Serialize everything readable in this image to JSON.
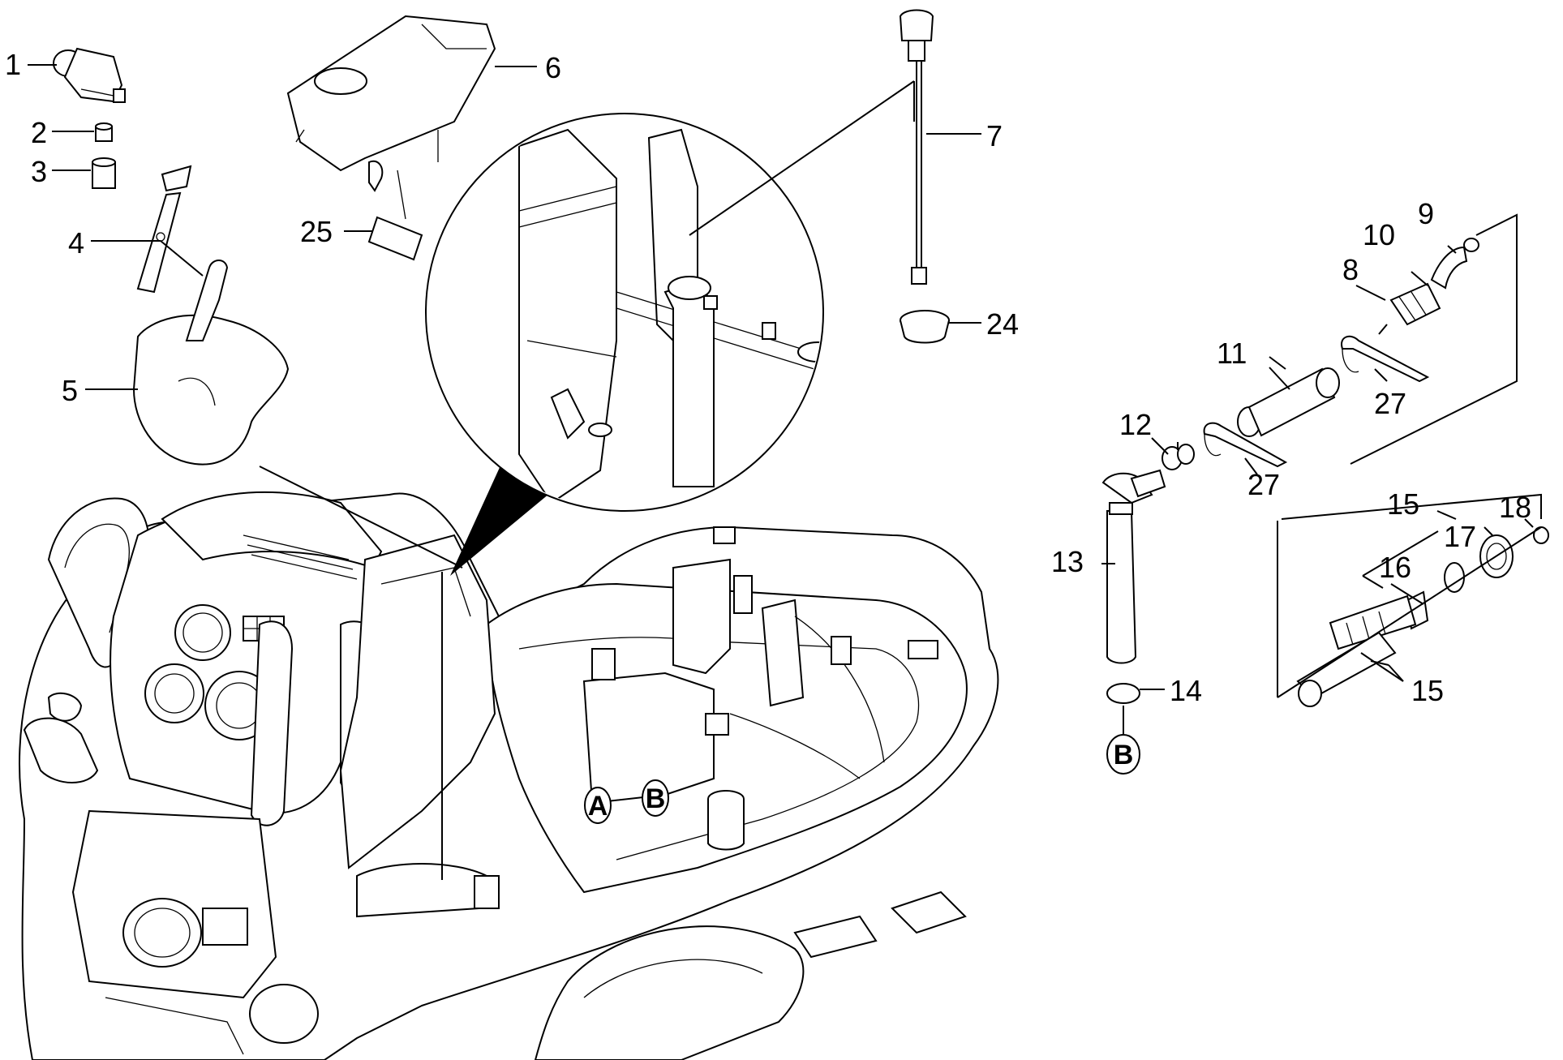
{
  "labels": {
    "p1": "1",
    "p2": "2",
    "p3": "3",
    "p4": "4",
    "p5": "5",
    "p6": "6",
    "p7": "7",
    "p8": "8",
    "p9": "9",
    "p10": "10",
    "p11": "11",
    "p12": "12",
    "p13": "13",
    "p14": "14",
    "p15a": "15",
    "p15b": "15",
    "p16": "16",
    "p17": "17",
    "p18": "18",
    "p24": "24",
    "p25": "25",
    "p27a": "27",
    "p27b": "27"
  },
  "markers": {
    "a": "A",
    "b_body": "B",
    "b_ref": "B"
  },
  "colors": {
    "line": "#000000",
    "background": "#ffffff",
    "detail_wedge": "#000000"
  }
}
